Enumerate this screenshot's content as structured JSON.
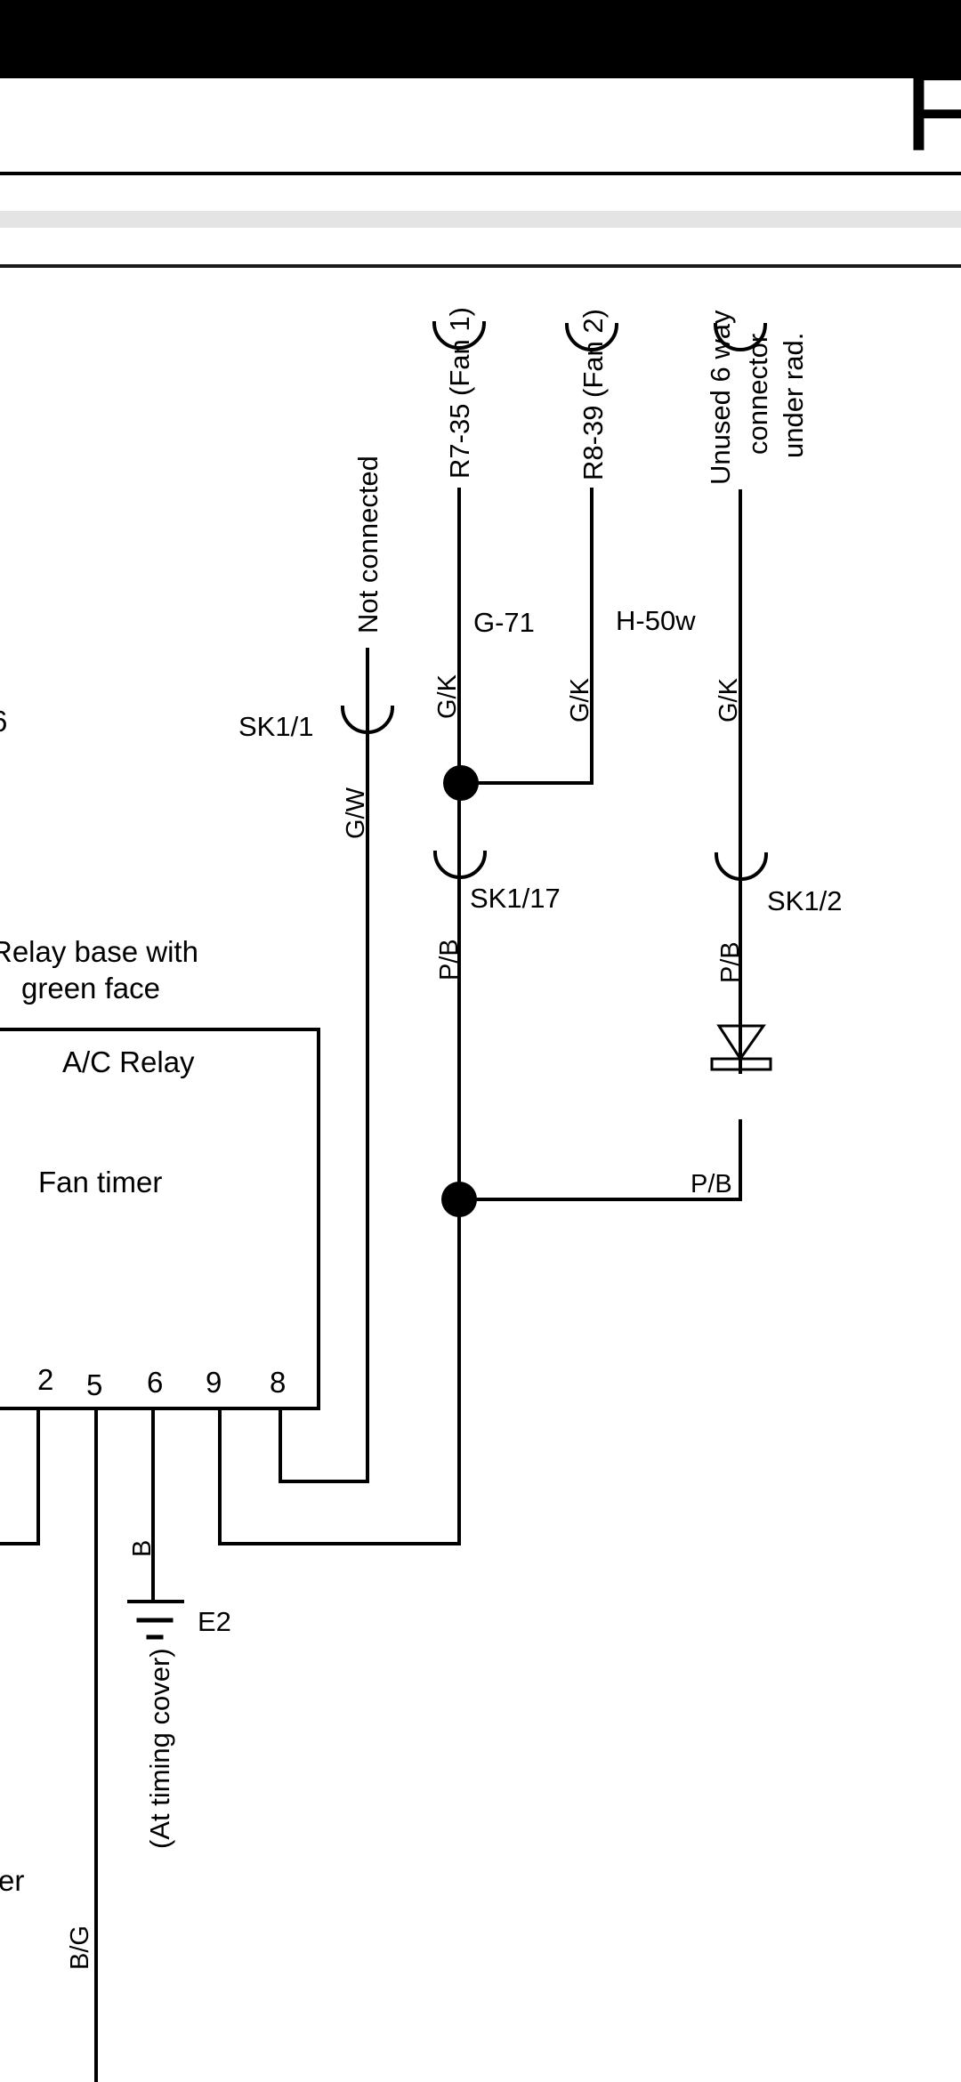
{
  "page": {
    "header_glyph": "F"
  },
  "diagram": {
    "top_labels": {
      "not_connected": "Not connected",
      "fan1": "R7-35  (Fan 1)",
      "fan2": "R8-39  (Fan 2)",
      "unused_line1": "Unused 6 way",
      "unused_line2": "connector",
      "unused_line3": "under rad."
    },
    "connectors": {
      "g71": "G-71",
      "h50w": "H-50w",
      "sk1_1": "SK1/1",
      "sk1_17": "SK1/17",
      "sk1_2": "SK1/2"
    },
    "wire_colors": {
      "gk": "G/K",
      "gw": "G/W",
      "pb": "P/B",
      "b": "B",
      "bg": "B/G"
    },
    "relay": {
      "base_line1": "Relay base with",
      "base_line2": "green face",
      "title": "A/C Relay",
      "subtitle": "Fan timer",
      "pins": [
        "2",
        "5",
        "6",
        "9",
        "8"
      ]
    },
    "earth": {
      "label": "E2",
      "location": "(At timing cover)"
    },
    "edge_fragments": {
      "left_digit": "6",
      "left_word_end": "er"
    }
  }
}
